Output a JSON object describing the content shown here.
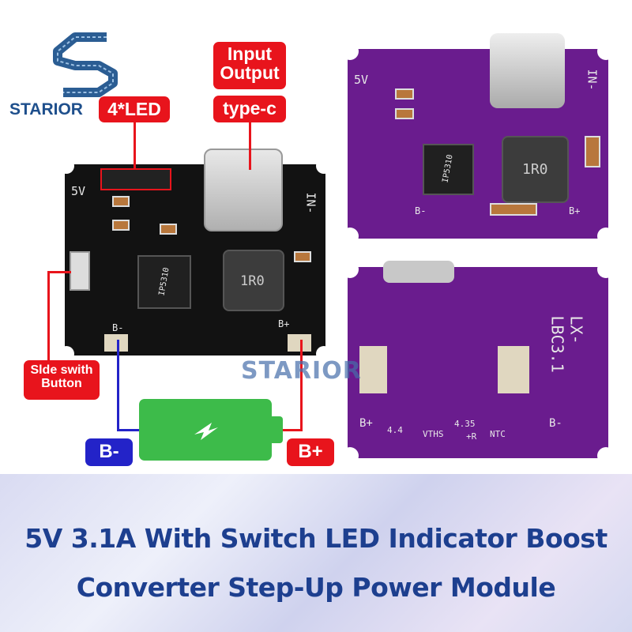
{
  "brand": {
    "logo_text": "STARIOR",
    "watermark_text": "STARIOR",
    "color": "#1e4f8c"
  },
  "callouts": {
    "led": "4*LED",
    "io_line1": "Input",
    "io_line2": "Output",
    "typec": "type-c",
    "switch_line1": "Slde swith",
    "switch_line2": "Button",
    "b_minus": "B-",
    "b_plus": "B+"
  },
  "pcb_black": {
    "silk_5v": "5V",
    "silk_in": "IN-",
    "chip": "IP5310",
    "inductor": "1R0",
    "silk_bminus": "B-",
    "silk_bplus": "B+"
  },
  "pcb_purple_top": {
    "silk_5v": "5V",
    "silk_in": "IN-",
    "chip": "IP5310",
    "inductor": "1R0",
    "silk_bminus": "B-",
    "silk_bplus": "B+"
  },
  "pcb_purple_bottom": {
    "model": "LX-LBC3.1",
    "silk_bplus": "B+",
    "silk_bminus": "B-",
    "vths": "VTHS",
    "ntc": "NTC",
    "v435": "4.35",
    "v44": "4.4",
    "r": "+R"
  },
  "title": {
    "line1": "5V 3.1A With Switch LED Indicator Boost",
    "line2": "Converter Step-Up Power Module"
  },
  "colors": {
    "callout_red": "#e8141c",
    "callout_blue": "#2323c8",
    "battery_green": "#3dbb4a",
    "title_blue": "#1d3f8f"
  }
}
